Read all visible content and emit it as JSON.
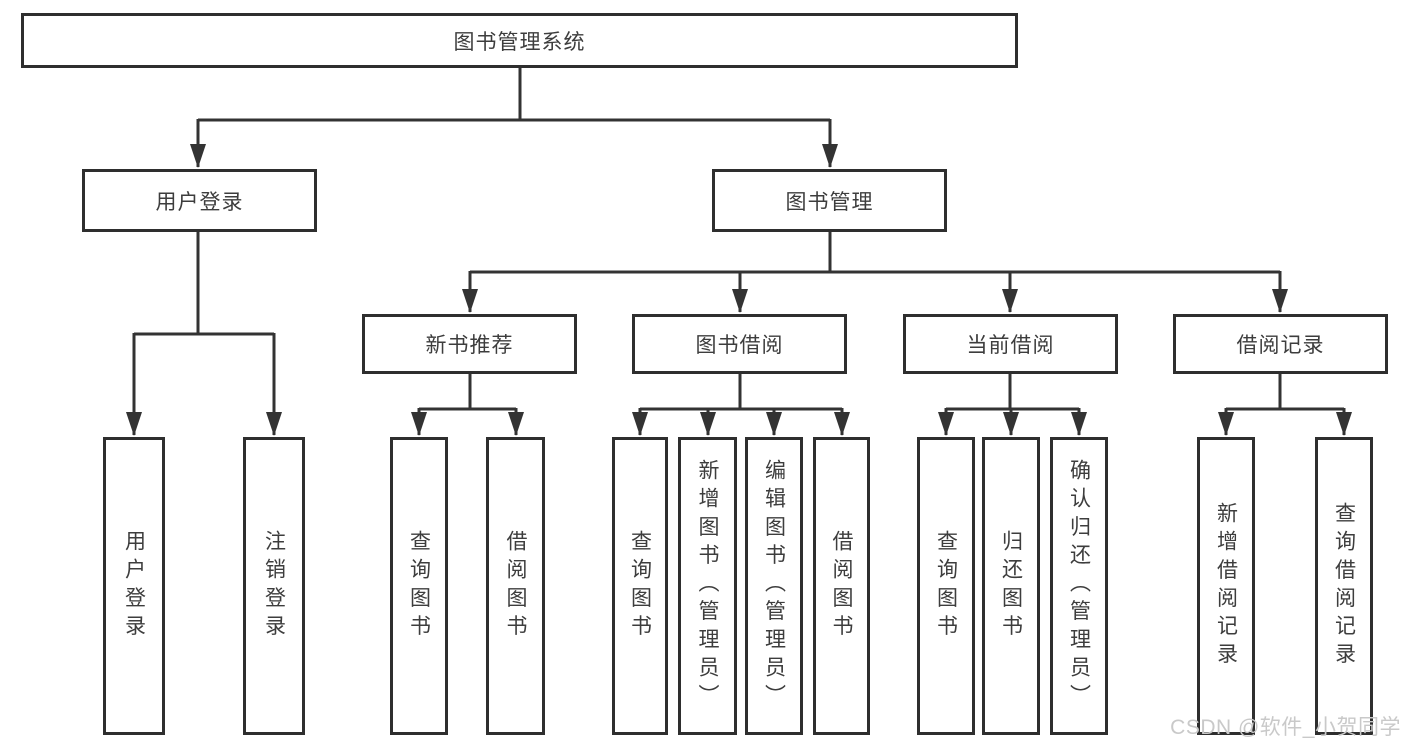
{
  "diagram": {
    "type": "hierarchy-tree",
    "root": {
      "label": "图书管理系统",
      "children": [
        {
          "label": "用户登录",
          "children": [
            {
              "label": "用户登录"
            },
            {
              "label": "注销登录"
            }
          ]
        },
        {
          "label": "图书管理",
          "children": [
            {
              "label": "新书推荐",
              "children": [
                {
                  "label": "查询图书"
                },
                {
                  "label": "借阅图书"
                }
              ]
            },
            {
              "label": "图书借阅",
              "children": [
                {
                  "label": "查询图书"
                },
                {
                  "label": "新增图书（管理员）"
                },
                {
                  "label": "编辑图书（管理员）"
                },
                {
                  "label": "借阅图书"
                }
              ]
            },
            {
              "label": "当前借阅",
              "children": [
                {
                  "label": "查询图书"
                },
                {
                  "label": "归还图书"
                },
                {
                  "label": "确认归还（管理员）"
                }
              ]
            },
            {
              "label": "借阅记录",
              "children": [
                {
                  "label": "新增借阅记录"
                },
                {
                  "label": "查询借阅记录"
                }
              ]
            }
          ]
        }
      ]
    }
  },
  "watermark": {
    "text": "CSDN @软件_小贺同学"
  },
  "colors": {
    "line": "#333333",
    "box_border": "#2e2e2e",
    "text": "#3d3d3d",
    "watermark": "#c9c9c9",
    "bg": "#ffffff"
  }
}
